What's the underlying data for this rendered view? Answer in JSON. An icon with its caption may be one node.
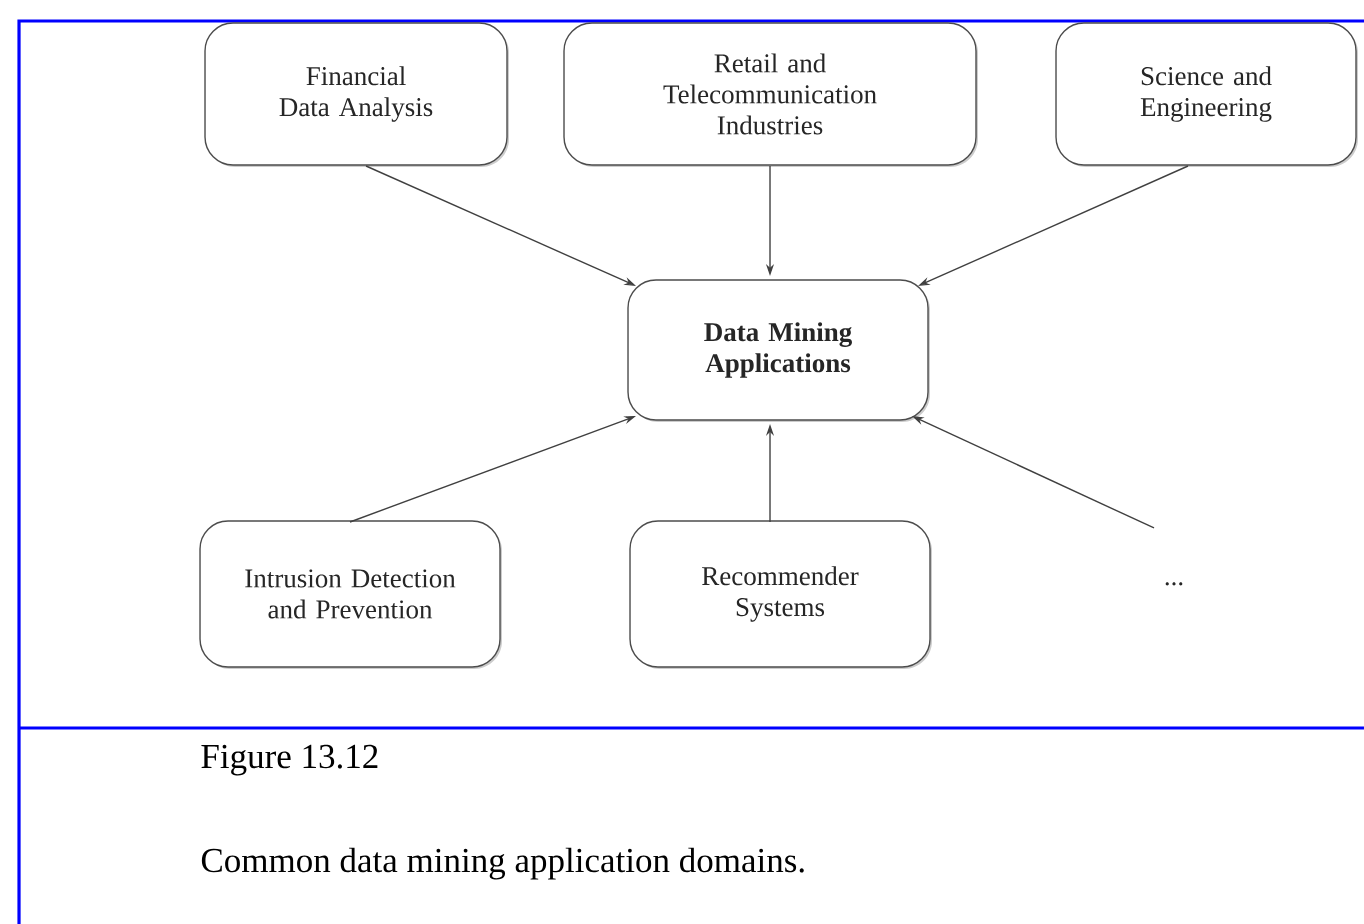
{
  "diagram": {
    "caption": "Common data mining application domains.",
    "nodes": [
      {
        "text": [
          "Financial Data Analysis"
        ]
      },
      {
        "text": [
          "Retail and Telecommunication Industries"
        ]
      },
      {
        "text": [
          "Science and Engineering"
        ]
      },
      {
        "text": [
          "**Data Mining Applications**"
        ]
      },
      {
        "text": [
          "Intrusion Detection and Prevention"
        ]
      },
      {
        "text": [
          "Recommender Systems"
        ]
      },
      {
        "text": [
          "..."
        ]
      }
    ],
    "edges": [
      {
        "from": 0,
        "to": 3,
        "arrow": "to"
      },
      {
        "from": 1,
        "to": 3,
        "arrow": "to"
      },
      {
        "from": 2,
        "to": 3,
        "arrow": "to"
      },
      {
        "from": 4,
        "to": 3,
        "arrow": "to"
      },
      {
        "from": 5,
        "to": 3,
        "arrow": "to"
      },
      {
        "from": 6,
        "to": 3,
        "arrow": "to"
      }
    ],
    "labels": [
      "Figure 13.12"
    ]
  }
}
